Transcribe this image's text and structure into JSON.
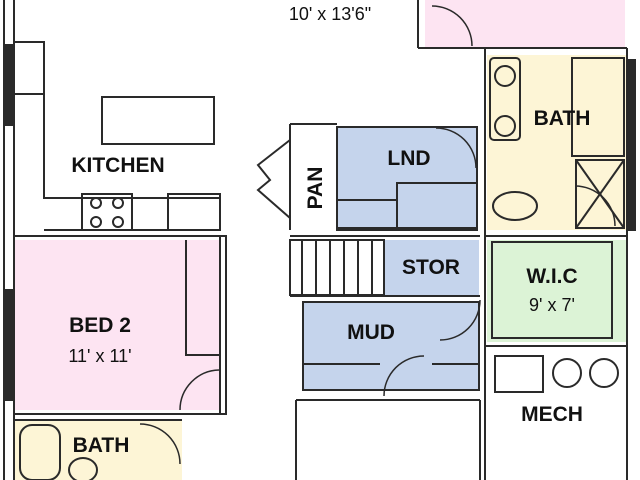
{
  "top_dimension": "10' x 13'6\"",
  "rooms": {
    "kitchen": {
      "name": "KITCHEN"
    },
    "pantry": {
      "name": "PAN"
    },
    "laundry": {
      "name": "LND"
    },
    "bath_master": {
      "name": "BATH"
    },
    "storage": {
      "name": "STOR"
    },
    "walk_in_closet": {
      "name": "W.I.C",
      "dimensions": "9' x 7'"
    },
    "bed_2": {
      "name": "BED 2",
      "dimensions": "11' x 11'"
    },
    "mudroom": {
      "name": "MUD"
    },
    "mechanical": {
      "name": "MECH"
    },
    "bath_2": {
      "name": "BATH"
    }
  },
  "colors": {
    "bedroom": "#fde4f2",
    "bath": "#fdf5d6",
    "utility": "#c5d4ec",
    "closet": "#dcf3d6",
    "wall": "#2a2a2a"
  }
}
